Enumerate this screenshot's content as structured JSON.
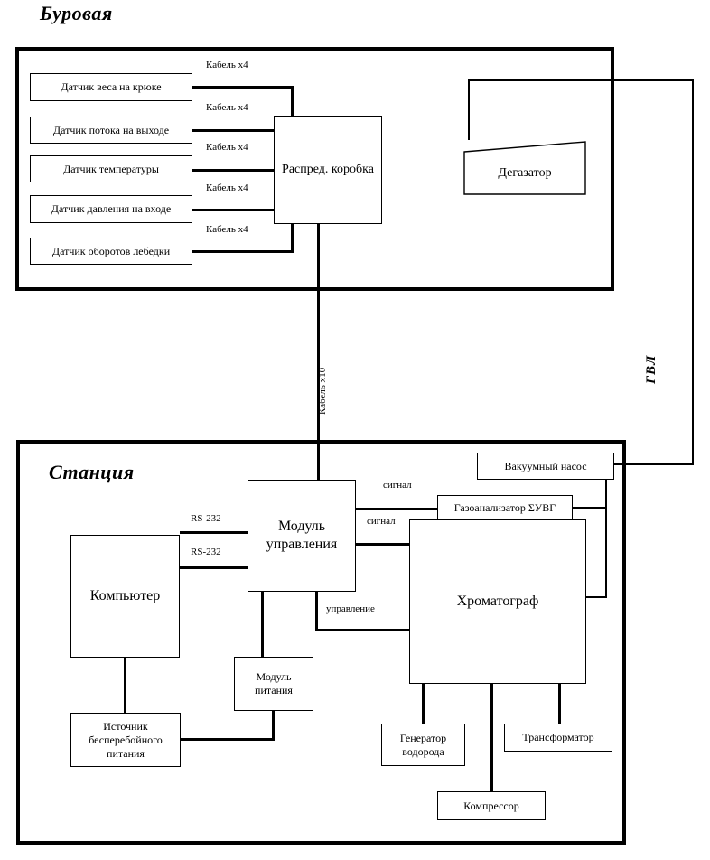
{
  "diagram": {
    "title_rig": "Буровая",
    "title_station": "Станция",
    "gvl_label": "ГВЛ"
  },
  "rig": {
    "sensors": [
      {
        "label": "Датчик веса на крюке",
        "cable": "Кабель х4"
      },
      {
        "label": "Датчик потока на выходе",
        "cable": "Кабель х4"
      },
      {
        "label": "Датчик температуры",
        "cable": "Кабель х4"
      },
      {
        "label": "Датчик давления на входе",
        "cable": "Кабель х4"
      },
      {
        "label": "Датчик оборотов лебедки",
        "cable": "Кабель х4"
      }
    ],
    "junction_box": "Распред. коробка",
    "degasser": "Дегазатор",
    "trunk_cable": "Кабель х10"
  },
  "station": {
    "control_module": "Модуль управления",
    "computer": "Компьютер",
    "power_module": "Модуль питания",
    "ups": "Источник бесперебойного питания",
    "vacuum_pump": "Вакуумный насос",
    "gas_analyzer": "Газоанализатор ΣУВГ",
    "chromatograph": "Хроматограф",
    "hydrogen_generator": "Генератор водорода",
    "transformer": "Трансформатор",
    "compressor": "Компрессор",
    "links": {
      "rs232_upper": "RS-232",
      "rs232_lower": "RS-232",
      "signal_upper": "сигнал",
      "signal_lower": "сигнал",
      "control": "управление"
    }
  },
  "colors": {
    "line": "#000000",
    "background": "#ffffff"
  }
}
